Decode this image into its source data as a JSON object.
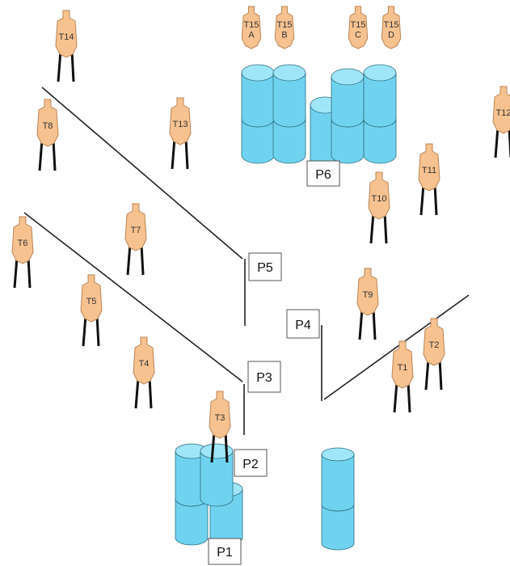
{
  "colors": {
    "target_fill": "#f6c28f",
    "target_stroke": "#b98555",
    "barrel_side": "#6fd3ef",
    "barrel_top": "#9fe6f8",
    "barrel_stroke": "#2f6f80",
    "line": "#222222"
  },
  "targets": {
    "t14": "T14",
    "t8": "T8",
    "t13": "T13",
    "t12": "T12",
    "t11": "T11",
    "t10": "T10",
    "t7": "T7",
    "t6": "T6",
    "t5": "T5",
    "t9": "T9",
    "t4": "T4",
    "t3": "T3",
    "t2": "T2",
    "t1": "T1",
    "t15a": [
      "T15",
      "A"
    ],
    "t15b": [
      "T15",
      "B"
    ],
    "t15c": [
      "T15",
      "C"
    ],
    "t15d": [
      "T15",
      "D"
    ]
  },
  "positions": {
    "p1": "P1",
    "p2": "P2",
    "p3": "P3",
    "p4": "P4",
    "p5": "P5",
    "p6": "P6"
  }
}
